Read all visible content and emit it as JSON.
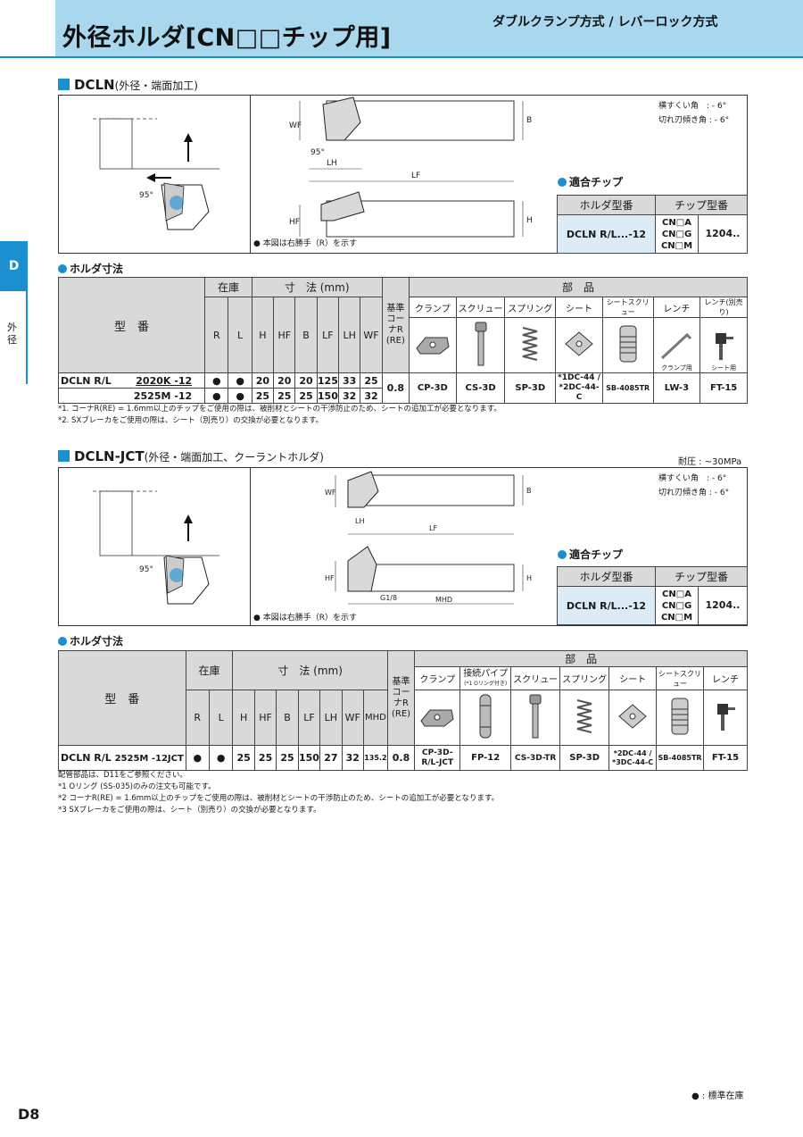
{
  "header": {
    "title": "外径ホルダ[CN□□チップ用]",
    "subtitle": "ダブルクランプ方式 / レバーロック方式"
  },
  "sidetab": {
    "letter": "D",
    "category": "外径"
  },
  "sec1": {
    "name": "DCLN",
    "desc": "(外径・端面加工)",
    "angles": [
      "横すくい角　: - 6°",
      "切れ刃傾き角 : - 6°"
    ],
    "drawing_labels": {
      "wf": "WF",
      "b": "B",
      "lh": "LH",
      "lf": "LF",
      "hf": "HF",
      "h": "H",
      "angle": "95°"
    },
    "drawing_note": "● 本図は右勝手（R）を示す",
    "chip_title": "適合チップ",
    "chip_headers": [
      "ホルダ型番",
      "チップ型番"
    ],
    "chip_holder": "DCLN R/L...-12",
    "chip_types": [
      "CN□A",
      "CN□G",
      "CN□M"
    ],
    "chip_size": "1204..",
    "dim_title": "ホルダ寸法",
    "table": {
      "model_header": "型　番",
      "stock_header": "在庫",
      "dim_header": "寸　法 (mm)",
      "corner_header": "基準コーナR (RE)",
      "parts_header": "部　品",
      "stock_cols": [
        "R",
        "L"
      ],
      "dim_cols": [
        "H",
        "HF",
        "B",
        "LF",
        "LH",
        "WF"
      ],
      "parts_cols": [
        "クランプ",
        "スクリュー",
        "スプリング",
        "シート",
        "シートスクリュー",
        "レンチ",
        "レンチ(別売り)"
      ],
      "parts_icon_sub": [
        "",
        "",
        "",
        "",
        "",
        "クランプ用",
        "シート用"
      ],
      "rows": [
        {
          "prefix": "DCLN R/L",
          "model": "2020K -12",
          "r": "●",
          "l": "●",
          "dims": [
            "20",
            "20",
            "20",
            "125",
            "33",
            "25"
          ]
        },
        {
          "prefix": "",
          "model": "2525M -12",
          "r": "●",
          "l": "●",
          "dims": [
            "25",
            "25",
            "25",
            "150",
            "32",
            "32"
          ]
        }
      ],
      "corner": "0.8",
      "parts": [
        "CP-3D",
        "CS-3D",
        "SP-3D",
        "*1DC-44 / *2DC-44-C",
        "SB-4085TR",
        "LW-3",
        "FT-15"
      ]
    },
    "notes": [
      "*1. コーナR(RE) = 1.6mm以上のチップをご使用の際は、被削材とシートの干渉防止のため、シートの追加工が必要となります。",
      "*2. SXブレーカをご使用の際は、シート（別売り）の交換が必要となります。"
    ]
  },
  "sec2": {
    "name": "DCLN-JCT",
    "desc": "(外径・端面加工、クーラントホルダ)",
    "pressure": "耐圧 : ~30MPa",
    "angles": [
      "横すくい角　: - 6°",
      "切れ刃傾き角 : - 6°"
    ],
    "drawing_labels": {
      "wf": "WF",
      "b": "B",
      "lh": "LH",
      "lf": "LF",
      "hf": "HF",
      "h": "H",
      "g": "G1/8",
      "mhd": "MHD",
      "angle": "95°"
    },
    "drawing_note": "● 本図は右勝手（R）を示す",
    "chip_title": "適合チップ",
    "chip_headers": [
      "ホルダ型番",
      "チップ型番"
    ],
    "chip_holder": "DCLN R/L...-12",
    "chip_types": [
      "CN□A",
      "CN□G",
      "CN□M"
    ],
    "chip_size": "1204..",
    "dim_title": "ホルダ寸法",
    "table": {
      "model_header": "型　番",
      "stock_header": "在庫",
      "dim_header": "寸　法 (mm)",
      "corner_header": "基準コーナR (RE)",
      "parts_header": "部　品",
      "stock_cols": [
        "R",
        "L"
      ],
      "dim_cols": [
        "H",
        "HF",
        "B",
        "LF",
        "LH",
        "WF",
        "MHD"
      ],
      "parts_cols": [
        "クランプ",
        "接続パイプ",
        "スクリュー",
        "スプリング",
        "シート",
        "シートスクリュー",
        "レンチ"
      ],
      "pipe_sub": "(*1 Oリング付き)",
      "row": {
        "prefix": "DCLN R/L",
        "model": "2525M -12JCT",
        "r": "●",
        "l": "●",
        "dims": [
          "25",
          "25",
          "25",
          "150",
          "27",
          "32",
          "135.2"
        ]
      },
      "corner": "0.8",
      "parts": [
        "CP-3D- R/L-JCT",
        "FP-12",
        "CS-3D-TR",
        "SP-3D",
        "*2DC-44 / *3DC-44-C",
        "SB-4085TR",
        "FT-15"
      ]
    },
    "notes": [
      "配管部品は、D11をご参照ください。",
      "*1 Oリング (SS-035)のみの注文も可能です。",
      "*2 コーナR(RE) = 1.6mm以上のチップをご使用の際は、被削材とシートの干渉防止のため、シートの追加工が必要となります。",
      "*3 SXブレーカをご使用の際は、シート（別売り）の交換が必要となります。"
    ]
  },
  "footer": {
    "page": "D8",
    "legend": "● : 標準在庫"
  },
  "colors": {
    "accent": "#1b8fd0",
    "header_bg": "#a8d7ee",
    "table_gray": "#d9d9d9",
    "chip_blue": "#dcecf7"
  }
}
